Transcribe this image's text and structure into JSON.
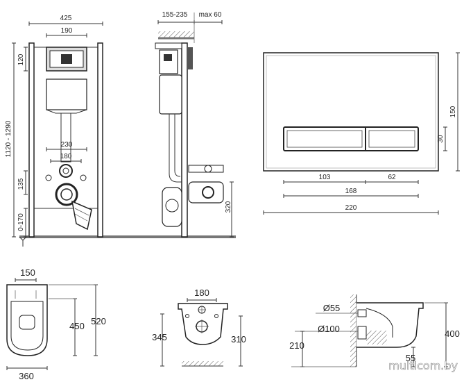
{
  "frame": {
    "width_total": "425",
    "width_inner": "190",
    "dim_120": "120",
    "height_range": "1120 - 1290",
    "dim_230": "230",
    "dim_180": "180",
    "dim_135": "135",
    "dim_0_170": "0-170"
  },
  "side": {
    "depth_range": "155-235",
    "max": "max 60",
    "dim_320": "320"
  },
  "plate": {
    "height": "150",
    "btn_height": "30",
    "dim_103": "103",
    "dim_62": "62",
    "dim_168": "168",
    "dim_220": "220"
  },
  "bowl_top": {
    "dim_150": "150",
    "dim_450": "450",
    "dim_520": "520",
    "dim_360": "360"
  },
  "bowl_back": {
    "dim_180": "180",
    "dim_345": "345",
    "dim_310": "310"
  },
  "bowl_side": {
    "d55": "Ø55",
    "d100": "Ø100",
    "dim_400": "400",
    "dim_210": "210",
    "dim_55": "55"
  },
  "watermark": "multicom.by"
}
